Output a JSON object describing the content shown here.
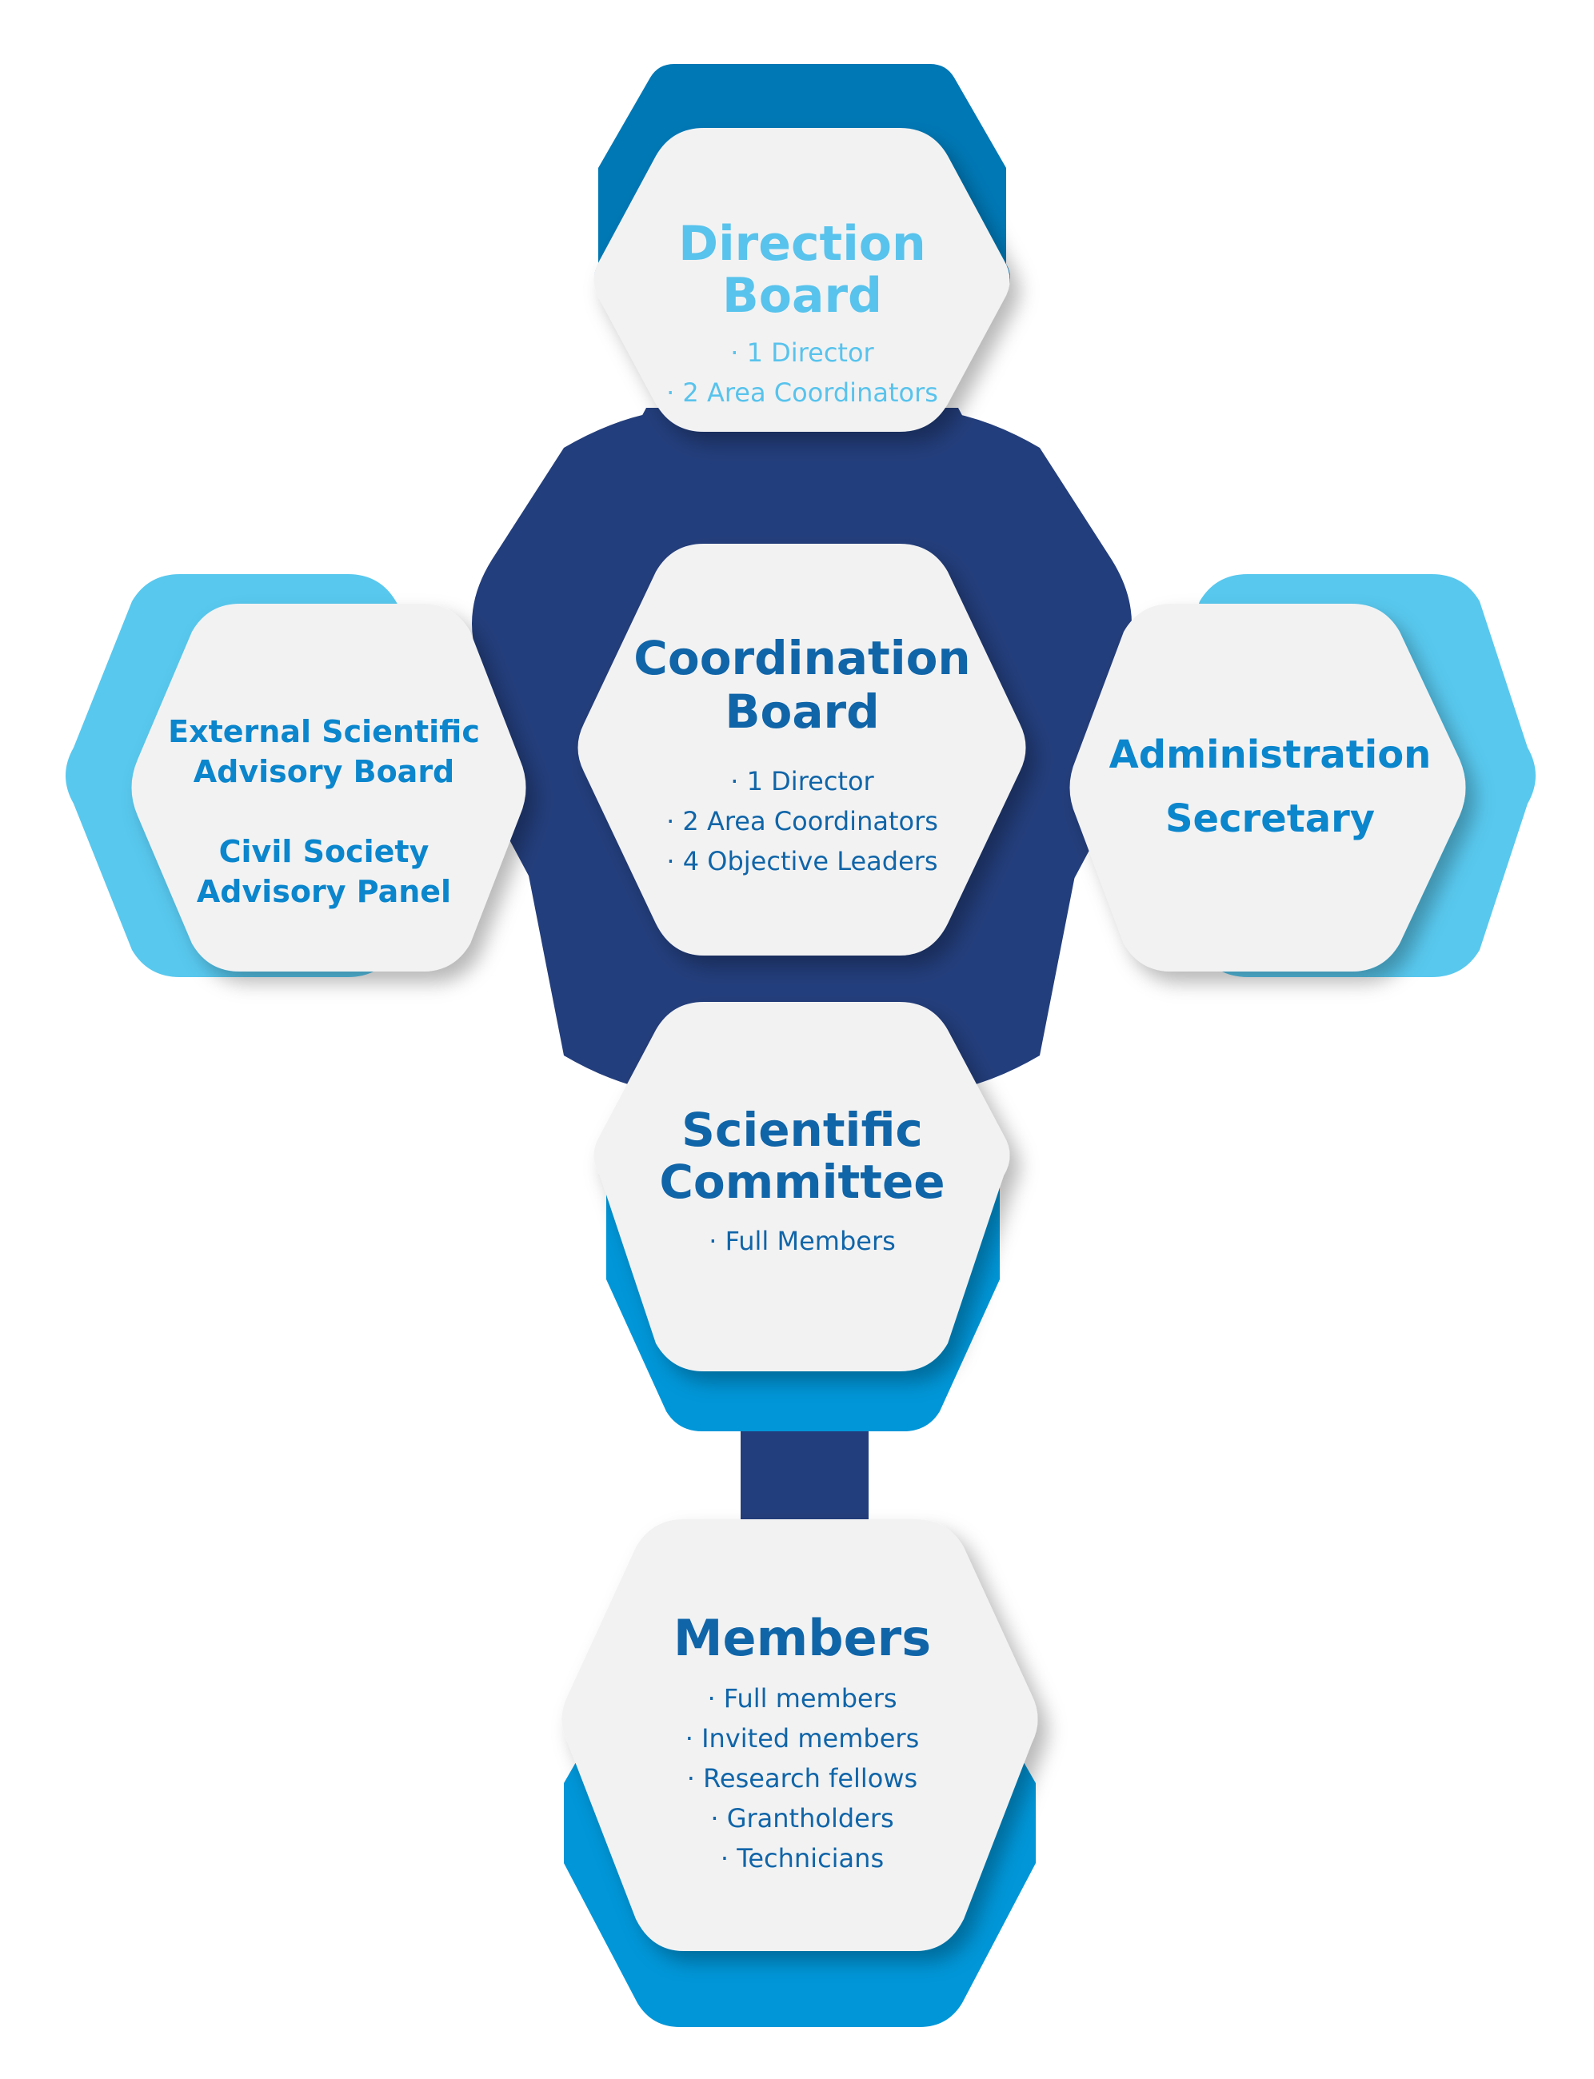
{
  "colors": {
    "navy": "#233e7c",
    "mid_blue": "#0078b5",
    "light_blue": "#58c8ee",
    "bright_blue": "#0096d8",
    "hex_fill": "#f2f2f3",
    "title_dark": "#1065a8",
    "title_light": "#58c3ec",
    "title_mid": "#0b86cd"
  },
  "direction_board": {
    "title_line1": "Direction",
    "title_line2": "Board",
    "item1": "· 1 Director",
    "item2": "· 2 Area Coordinators"
  },
  "coordination_board": {
    "title_line1": "Coordination",
    "title_line2": "Board",
    "item1": "· 1 Director",
    "item2": "· 2 Area Coordinators",
    "item3": "· 4 Objective Leaders"
  },
  "advisory": {
    "line1": "External Scientific",
    "line2": "Advisory Board",
    "line3": "Civil Society",
    "line4": "Advisory Panel"
  },
  "administration": {
    "line1": "Administration",
    "line2": "Secretary"
  },
  "scientific_committee": {
    "title_line1": "Scientific",
    "title_line2": "Committee",
    "item1": "· Full Members"
  },
  "members": {
    "title": "Members",
    "item1": "· Full members",
    "item2": "· Invited members",
    "item3": "· Research fellows",
    "item4": "· Grantholders",
    "item5": "· Technicians"
  }
}
